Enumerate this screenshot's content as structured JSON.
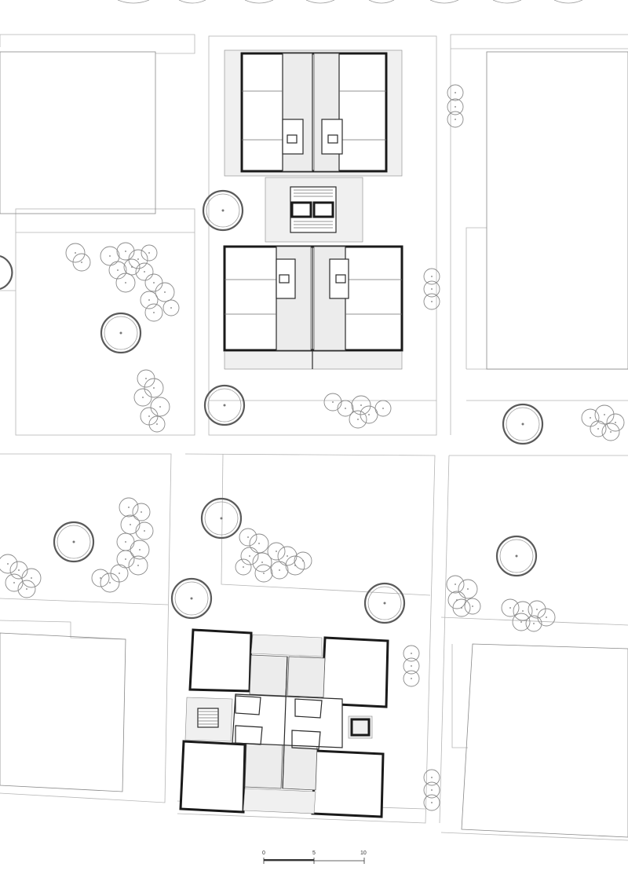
{
  "scale_bar": {
    "labels": [
      "0",
      "5",
      "10"
    ]
  },
  "colors": {
    "wall": "#1a1a1a",
    "line": "#9a9a9a",
    "core": "#ececec",
    "background": "#ffffff"
  }
}
